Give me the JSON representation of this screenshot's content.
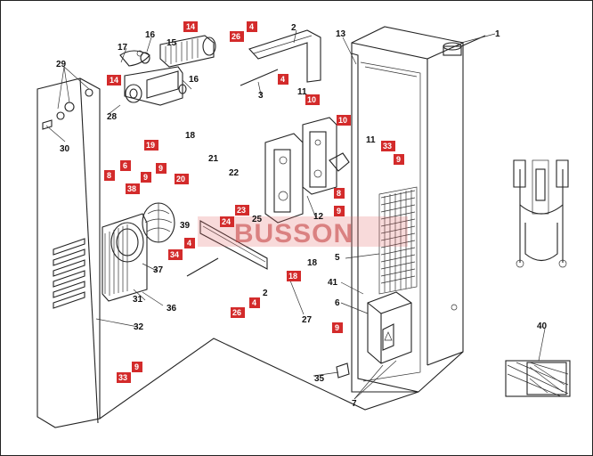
{
  "watermark": "BUSSON",
  "accent_color": "#d32b2b",
  "red_labels": [
    {
      "id": "rl-14a",
      "text": "14"
    },
    {
      "id": "rl-4a",
      "text": "4"
    },
    {
      "id": "rl-26a",
      "text": "26"
    },
    {
      "id": "rl-4b",
      "text": "4"
    },
    {
      "id": "rl-14b",
      "text": "14"
    },
    {
      "id": "rl-10a",
      "text": "10"
    },
    {
      "id": "rl-10b",
      "text": "10"
    },
    {
      "id": "rl-33a",
      "text": "33"
    },
    {
      "id": "rl-9a",
      "text": "9"
    },
    {
      "id": "rl-19",
      "text": "19"
    },
    {
      "id": "rl-8a",
      "text": "8"
    },
    {
      "id": "rl-6",
      "text": "6"
    },
    {
      "id": "rl-9b",
      "text": "9"
    },
    {
      "id": "rl-9c",
      "text": "9"
    },
    {
      "id": "rl-38",
      "text": "38"
    },
    {
      "id": "rl-20",
      "text": "20"
    },
    {
      "id": "rl-23",
      "text": "23"
    },
    {
      "id": "rl-24",
      "text": "24"
    },
    {
      "id": "rl-8b",
      "text": "8"
    },
    {
      "id": "rl-9d",
      "text": "9"
    },
    {
      "id": "rl-4c",
      "text": "4"
    },
    {
      "id": "rl-34",
      "text": "34"
    },
    {
      "id": "rl-18",
      "text": "18"
    },
    {
      "id": "rl-26b",
      "text": "26"
    },
    {
      "id": "rl-4d",
      "text": "4"
    },
    {
      "id": "rl-9e",
      "text": "9"
    },
    {
      "id": "rl-33b",
      "text": "33"
    },
    {
      "id": "rl-9f",
      "text": "9"
    }
  ],
  "callouts": [
    {
      "id": "c1",
      "text": "1"
    },
    {
      "id": "c2a",
      "text": "2"
    },
    {
      "id": "c3",
      "text": "3"
    },
    {
      "id": "c13",
      "text": "13"
    },
    {
      "id": "c16a",
      "text": "16"
    },
    {
      "id": "c15",
      "text": "15"
    },
    {
      "id": "c17",
      "text": "17"
    },
    {
      "id": "c16b",
      "text": "16"
    },
    {
      "id": "c29",
      "text": "29"
    },
    {
      "id": "c28",
      "text": "28"
    },
    {
      "id": "c30",
      "text": "30"
    },
    {
      "id": "c11a",
      "text": "11"
    },
    {
      "id": "c11b",
      "text": "11"
    },
    {
      "id": "c18a",
      "text": "18"
    },
    {
      "id": "c21",
      "text": "21"
    },
    {
      "id": "c22",
      "text": "22"
    },
    {
      "id": "c12",
      "text": "12"
    },
    {
      "id": "c39",
      "text": "39"
    },
    {
      "id": "c25",
      "text": "25"
    },
    {
      "id": "c37",
      "text": "37"
    },
    {
      "id": "c36",
      "text": "36"
    },
    {
      "id": "c31",
      "text": "31"
    },
    {
      "id": "c2b",
      "text": "2"
    },
    {
      "id": "c18b",
      "text": "18"
    },
    {
      "id": "c5",
      "text": "5"
    },
    {
      "id": "c41",
      "text": "41"
    },
    {
      "id": "c6",
      "text": "6"
    },
    {
      "id": "c27",
      "text": "27"
    },
    {
      "id": "c32",
      "text": "32"
    },
    {
      "id": "c35",
      "text": "35"
    },
    {
      "id": "c7",
      "text": "7"
    },
    {
      "id": "c40",
      "text": "40"
    }
  ]
}
